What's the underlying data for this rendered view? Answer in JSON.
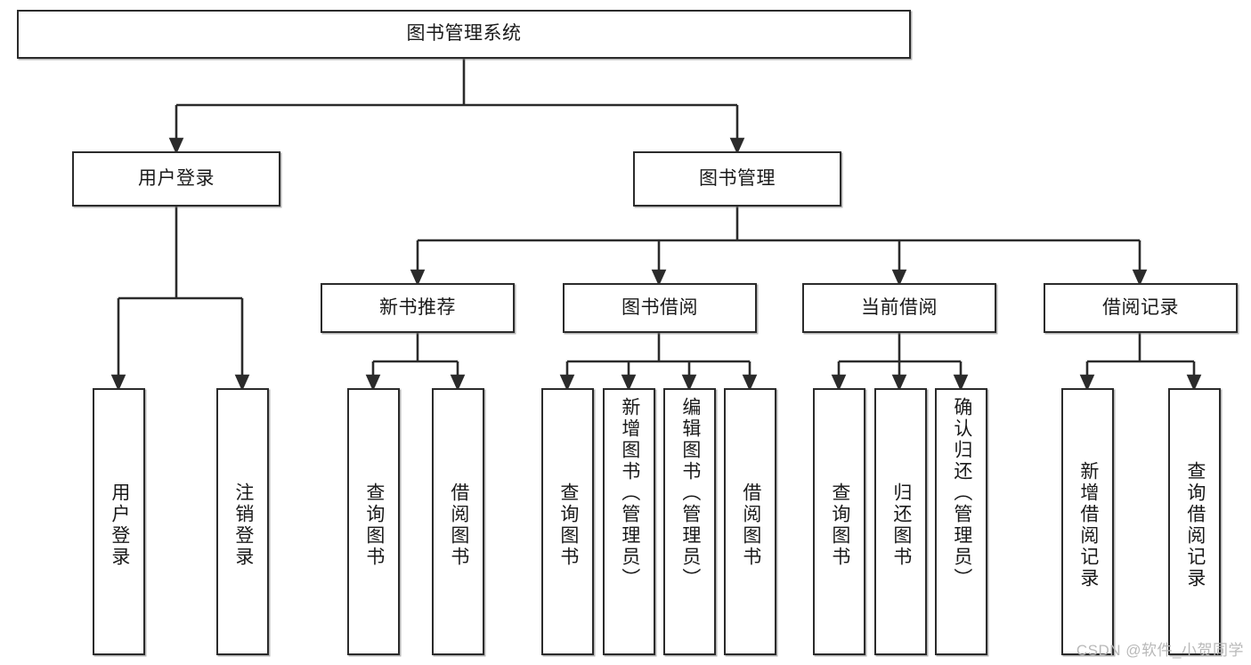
{
  "diagram": {
    "title": "图书管理系统",
    "type": "hierarchy-tree",
    "root": {
      "label": "图书管理系统"
    },
    "level2": [
      {
        "id": "user-login",
        "label": "用户登录"
      },
      {
        "id": "book-manage",
        "label": "图书管理"
      }
    ],
    "level3": [
      {
        "id": "new-book-recommend",
        "label": "新书推荐"
      },
      {
        "id": "book-borrow",
        "label": "图书借阅"
      },
      {
        "id": "current-borrow",
        "label": "当前借阅"
      },
      {
        "id": "borrow-record",
        "label": "借阅记录"
      }
    ],
    "leaves": {
      "user_login": [
        {
          "id": "leaf-user-login",
          "label": "用户登录"
        },
        {
          "id": "leaf-logout",
          "label": "注销登录"
        }
      ],
      "new_book_recommend": [
        {
          "id": "leaf-query-book-1",
          "label": "查询图书"
        },
        {
          "id": "leaf-borrow-book-1",
          "label": "借阅图书"
        }
      ],
      "book_borrow": [
        {
          "id": "leaf-query-book-2",
          "label": "查询图书"
        },
        {
          "id": "leaf-add-book",
          "label": "新增图书（管理员）"
        },
        {
          "id": "leaf-edit-book",
          "label": "编辑图书（管理员）"
        },
        {
          "id": "leaf-borrow-book-2",
          "label": "借阅图书"
        }
      ],
      "current_borrow": [
        {
          "id": "leaf-query-book-3",
          "label": "查询图书"
        },
        {
          "id": "leaf-return-book",
          "label": "归还图书"
        },
        {
          "id": "leaf-confirm-return",
          "label": "确认归还（管理员）"
        }
      ],
      "borrow_record": [
        {
          "id": "leaf-add-record",
          "label": "新增借阅记录"
        },
        {
          "id": "leaf-query-record",
          "label": "查询借阅记录"
        }
      ]
    }
  },
  "watermark": {
    "text": "CSDN @软件_小贺同学"
  },
  "colors": {
    "border": "#2b2b2b",
    "text": "#1a1a1a",
    "background": "#ffffff",
    "watermark": "#b9b9b9"
  }
}
